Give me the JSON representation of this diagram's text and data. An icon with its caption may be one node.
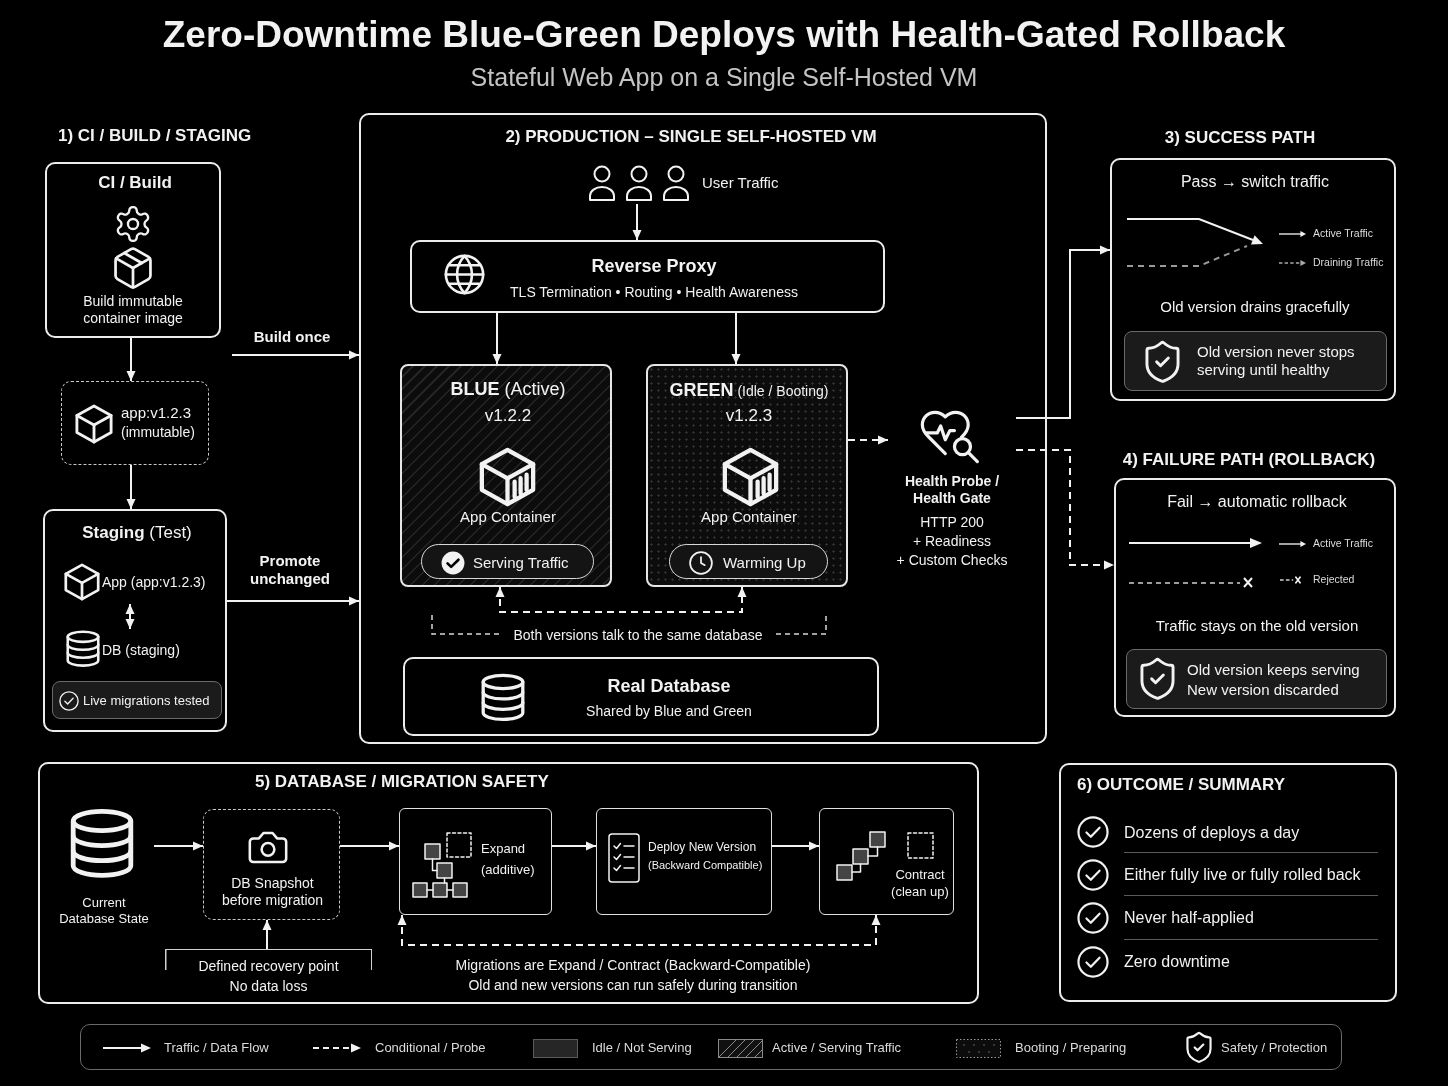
{
  "diagram": {
    "title": "Zero-Downtime Blue-Green Deploys with Health-Gated Rollback",
    "nodes": [
      {
        "text": [
          "CI / Build",
          "Build immutable container image"
        ]
      },
      {
        "text": [
          "app:v1.2.3",
          "(immutable)"
        ]
      },
      {
        "text": [
          "**Staging** (Test)"
        ]
      },
      {
        "text": [
          "App (app:v1.2.3)"
        ],
        "in": 2
      },
      {
        "text": [
          "DB (staging)"
        ],
        "in": 2
      },
      {
        "text": [
          "Live migrations tested"
        ],
        "in": 2
      },
      {
        "text": [
          "2) PRODUCTION – SINGLE SELF-HOSTED VM"
        ]
      },
      {
        "text": [
          "User Traffic"
        ],
        "in": 6
      },
      {
        "text": [
          "Reverse Proxy",
          "TLS Termination • Routing • Health Awareness"
        ],
        "in": 6
      },
      {
        "text": [
          "**BLUE** (Active)",
          "v1.2.2",
          "App Container"
        ],
        "in": 6
      },
      {
        "text": [
          "Serving Traffic"
        ],
        "in": 9
      },
      {
        "text": [
          "**GREEN** (Idle / Booting)",
          "v1.2.3",
          "App Container"
        ],
        "in": 6
      },
      {
        "text": [
          "Warming Up"
        ],
        "in": 11
      },
      {
        "text": [
          "Real Database",
          "Shared by Blue and Green"
        ],
        "in": 6
      },
      {
        "text": [
          "Health Probe / Health Gate",
          "HTTP 200",
          "+ Readiness",
          "+ Custom Checks"
        ],
        "in": 6
      },
      {
        "text": [
          "3) SUCCESS PATH",
          "Pass → switch traffic",
          "Old version drains gracefully"
        ]
      },
      {
        "text": [
          "Old version never stops serving until healthy"
        ],
        "in": 15
      },
      {
        "text": [
          "4) FAILURE PATH (ROLLBACK)",
          "Fail → automatic rollback",
          "Traffic stays on the old version"
        ]
      },
      {
        "text": [
          "Old version keeps serving",
          "New version discarded"
        ],
        "in": 17
      },
      {
        "text": [
          "5) DATABASE / MIGRATION SAFETY"
        ]
      },
      {
        "text": [
          "Current Database State"
        ],
        "in": 19
      },
      {
        "text": [
          "DB Snapshot before migration"
        ],
        "in": 19
      },
      {
        "text": [
          "Expand",
          "(additive)"
        ],
        "in": 19
      },
      {
        "text": [
          "Deploy New Version",
          "(Backward Compatible)"
        ],
        "in": 19
      },
      {
        "text": [
          "Contract",
          "(clean up)"
        ],
        "in": 19
      },
      {
        "text": [
          "Defined recovery point",
          "No data loss"
        ],
        "in": 19
      },
      {
        "text": [
          "6) OUTCOME / SUMMARY",
          "Dozens of deploys a day",
          "Either fully live or fully rolled back",
          "Never half-applied",
          "Zero downtime"
        ]
      }
    ],
    "edges": [
      {
        "from": 0,
        "to": 1,
        "arrow": "to"
      },
      {
        "from": 1,
        "to": 2,
        "arrow": "to"
      },
      {
        "from": null,
        "to": 6,
        "arrow": "to",
        "label": "Build once"
      },
      {
        "from": 3,
        "to": 4,
        "arrow": "both"
      },
      {
        "from": 2,
        "to": 6,
        "arrow": "to",
        "label": "Promote unchanged"
      },
      {
        "from": 7,
        "to": 8,
        "arrow": "to"
      },
      {
        "from": 8,
        "to": 9,
        "arrow": "to"
      },
      {
        "from": 8,
        "to": 11,
        "arrow": "to"
      },
      {
        "from": 9,
        "to": 11,
        "arrow": "both",
        "style": "dashed"
      },
      {
        "from": 11,
        "to": 14,
        "arrow": "to",
        "style": "dashed"
      },
      {
        "from": 14,
        "to": 15,
        "arrow": "to"
      },
      {
        "from": 14,
        "to": 17,
        "arrow": "to",
        "style": "dashed"
      },
      {
        "from": 20,
        "to": 21,
        "arrow": "to"
      },
      {
        "from": 21,
        "to": 22,
        "arrow": "to"
      },
      {
        "from": 22,
        "to": 23,
        "arrow": "to"
      },
      {
        "from": 23,
        "to": 24,
        "arrow": "to"
      },
      {
        "from": 25,
        "to": 21,
        "arrow": "to"
      },
      {
        "from": 22,
        "to": 24,
        "arrow": "both",
        "style": "dashed"
      }
    ],
    "labels": [
      "Stateful Web App on a Single Self-Hosted VM",
      "1) CI / BUILD / STAGING",
      "Both versions talk to the same database",
      "Migrations are Expand / Contract (Backward-Compatible)",
      "Old and new versions can run safely during transition"
    ],
    "legend": [
      {
        "text": "Active Traffic"
      },
      {
        "text": "Draining Traffic"
      },
      {
        "text": "Active Traffic"
      },
      {
        "text": "Rejected"
      },
      {
        "text": "Traffic / Data Flow"
      },
      {
        "text": "Conditional / Probe"
      },
      {
        "text": "Idle / Not Serving",
        "color": "#262626"
      },
      {
        "text": "Active / Serving Traffic"
      },
      {
        "text": "Booting / Preparing"
      },
      {
        "text": "Safety / Protection"
      }
    ]
  }
}
